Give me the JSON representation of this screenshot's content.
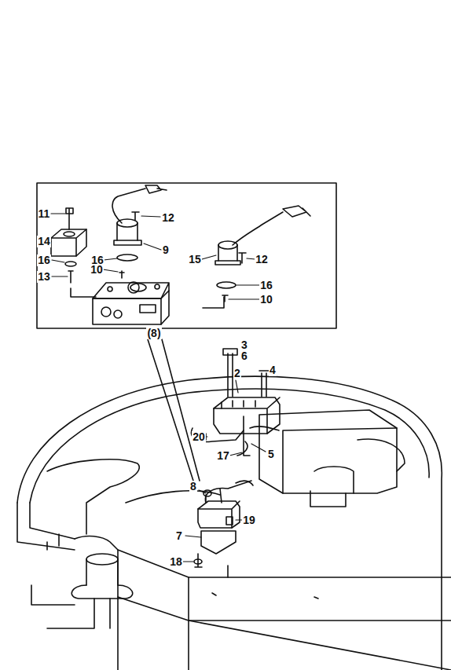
{
  "diagram": {
    "labels": [
      "11",
      "12",
      "14",
      "16",
      "16",
      "9",
      "15",
      "12",
      "13",
      "10",
      "16",
      "10",
      "(8)",
      "3",
      "6",
      "4",
      "2",
      "20",
      "17",
      "5",
      "8",
      "19",
      "7",
      "18"
    ]
  }
}
